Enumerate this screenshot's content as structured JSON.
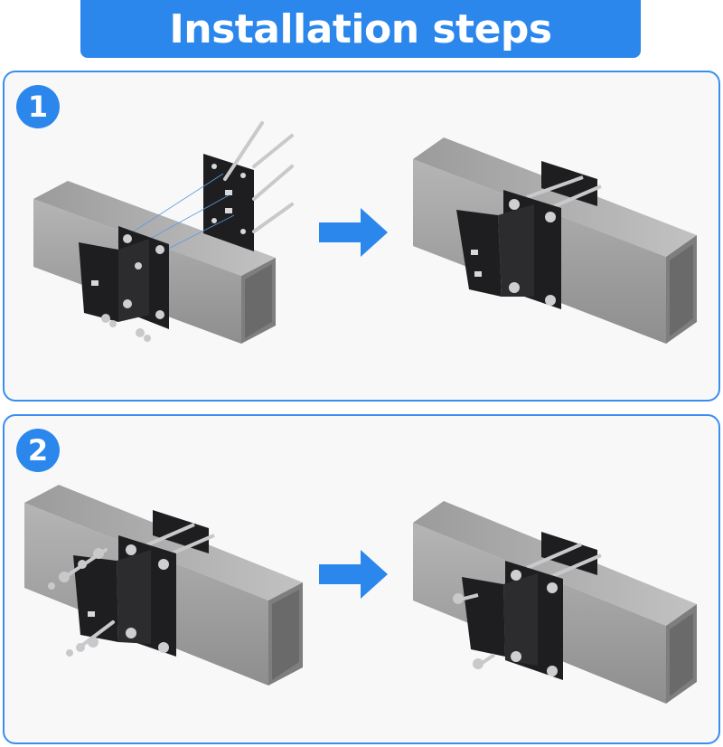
{
  "header": {
    "title": "Installation steps"
  },
  "steps": [
    {
      "number": "1"
    },
    {
      "number": "2"
    }
  ],
  "colors": {
    "accent": "#2b87ec",
    "panel_border": "#3a8ef0",
    "panel_bg": "#f8f8f9",
    "post": "#a7a7a7",
    "bracket": "#1e1e20",
    "bolt": "#c9c9cc"
  }
}
